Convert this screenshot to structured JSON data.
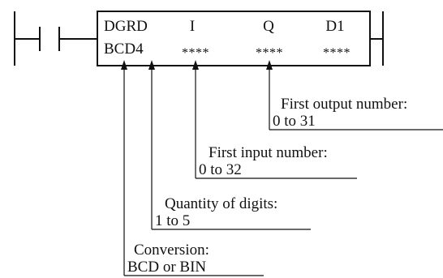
{
  "instruction_box": {
    "top_row": {
      "mnemonic": "DGRD",
      "input_header": "I",
      "output_header": "Q",
      "control_header": "D1"
    },
    "bottom_row": {
      "conversion_code": "BCD4",
      "input_value": "****",
      "output_value": "****",
      "control_value": "****"
    }
  },
  "callouts": [
    {
      "title": "First output number:",
      "range": "0 to 31"
    },
    {
      "title": "First input number:",
      "range": "0 to 32"
    },
    {
      "title": "Quantity of digits:",
      "range": "1 to 5"
    },
    {
      "title": "Conversion:",
      "range": "BCD or BIN"
    }
  ]
}
